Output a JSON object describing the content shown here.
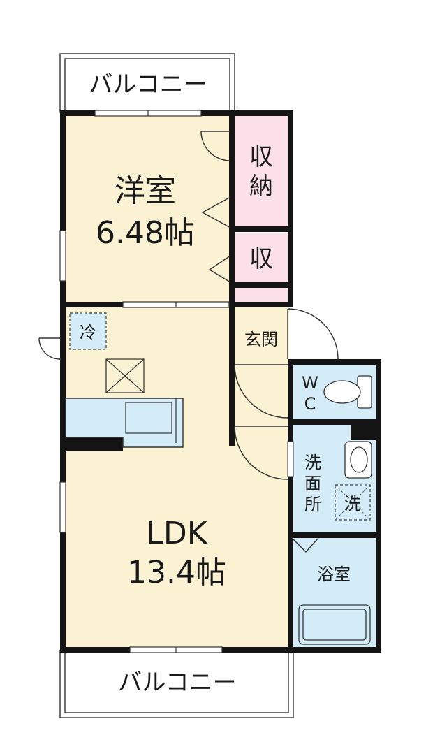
{
  "rooms": {
    "western_room": {
      "name": "洋室",
      "size": "6.48帖"
    },
    "ldk": {
      "name": "LDK",
      "size": "13.4帖"
    },
    "closet_large": {
      "line1": "収",
      "line2": "納"
    },
    "closet_small": {
      "label": "収"
    },
    "entrance": {
      "label": "玄関"
    },
    "wc": {
      "line1": "W",
      "line2": "C"
    },
    "washroom": {
      "line1": "洗",
      "line2": "面",
      "line3": "所"
    },
    "bathroom": {
      "label": "浴室"
    }
  },
  "fixtures": {
    "fridge_space": "冷",
    "washer_space": "洗"
  },
  "balconies": {
    "top": "バルコニー",
    "bottom": "バルコニー"
  },
  "colors": {
    "room_floor": "#fbf1d3",
    "closet": "#fbe0ea",
    "wet_area": "#d3ecf8",
    "wall": "#141414"
  }
}
